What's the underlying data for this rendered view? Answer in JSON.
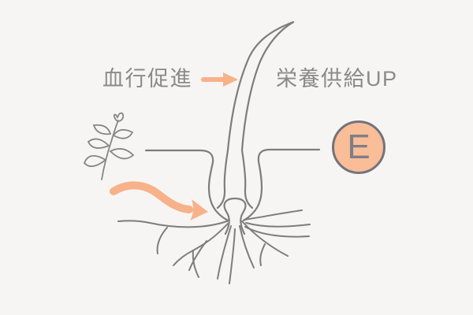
{
  "diagram": {
    "title": "hair follicle nutrition diagram",
    "label_left": "血行促進",
    "label_right": "栄養供給UP",
    "badge_letter": "E",
    "icons": {
      "plant": "botanical-sprig-icon",
      "straight_arrow": "right-arrow-icon",
      "curved_arrow": "curved-arrow-icon",
      "hair": "hair-strand-illustration",
      "follicle": "hair-follicle-illustration",
      "roots": "root-vessels-illustration"
    },
    "colors": {
      "background": "#f6f5f3",
      "line": "#7d7d7d",
      "text": "#8a8a8a",
      "accent": "#f7b289",
      "badge_fill": "#f9bd98",
      "badge_border": "#73737c",
      "badge_letter_color": "#7e7e85"
    }
  }
}
